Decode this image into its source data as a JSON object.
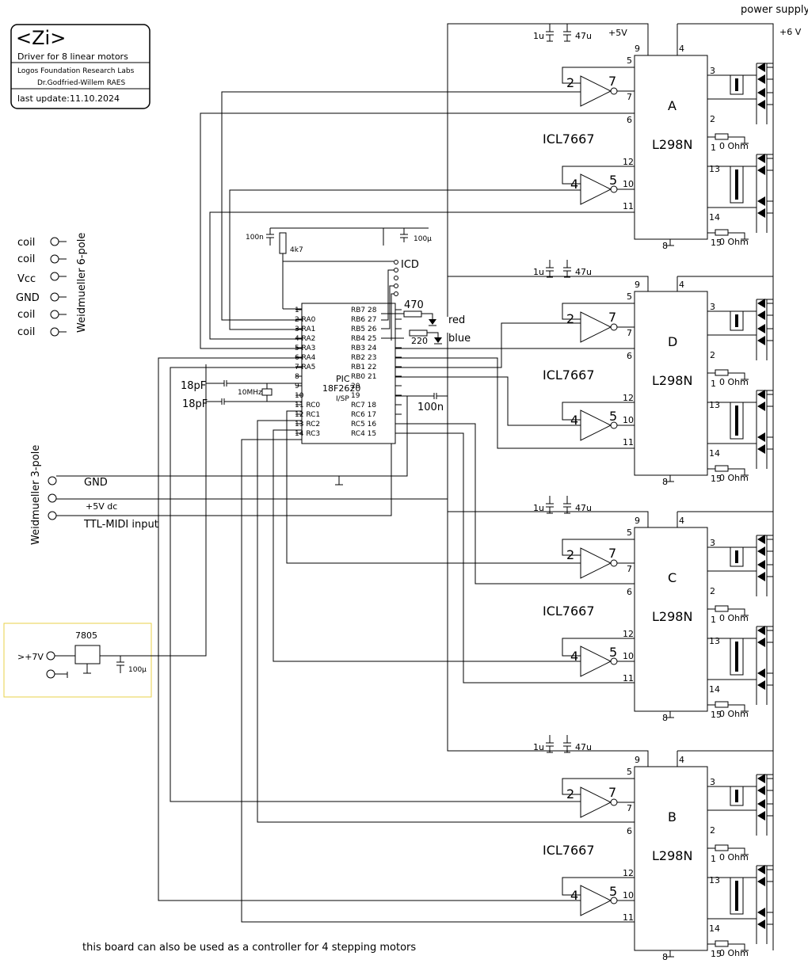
{
  "title_block": {
    "logo": "<Zi>",
    "subtitle": "Driver for 8 linear motors",
    "lab": "Logos Foundation Research Labs",
    "author": "Dr.Godfried-Willem RAES",
    "update_label": "last update:",
    "update_date": "11.10.2024"
  },
  "power": {
    "supply_label": "power supply",
    "plus6v": "+6 V",
    "plus5v": "+5V"
  },
  "connector6": {
    "title": "Weidmueller 6-pole",
    "pins": [
      "coil",
      "coil",
      "Vcc",
      "GND",
      "coil",
      "coil"
    ]
  },
  "connector3": {
    "title": "Weidmueller 3-pole",
    "pins": [
      "GND",
      "+5V dc",
      "TTL-MIDI input"
    ]
  },
  "regulator": {
    "name": "7805",
    "input": ">+7V",
    "cap": "100μ"
  },
  "pic": {
    "name1": "PIC",
    "name2": "18F2620",
    "isp": "I/SP",
    "left_pins": [
      "1",
      "2 RA0",
      "3 RA1",
      "4 RA2",
      "5 RA3",
      "6 RA4",
      "7 RA5",
      "8",
      "9",
      "10",
      "11 RC0",
      "12 RC1",
      "13 RC2",
      "14 RC3"
    ],
    "right_pins": [
      "RB7 28",
      "RB6 27",
      "RB5 26",
      "RB4 25",
      "RB3 24",
      "RB2 23",
      "RB1 22",
      "RB0 21",
      "20",
      "19",
      "RC7 18",
      "RC6 17",
      "RC5 16",
      "RC4 15"
    ]
  },
  "passives": {
    "c100n_top": "100n",
    "r4k7": "4k7",
    "c100u_top": "100μ",
    "icd": "ICD",
    "r470": "470",
    "r220": "220",
    "led_red": "red",
    "led_blue": "blue",
    "c18pf_1": "18pF",
    "c18pf_2": "18pF",
    "xtal": "10MHz",
    "c100n_pic": "100n"
  },
  "driver_blocks": [
    {
      "letter": "A",
      "ic": "L298N",
      "inv": "ICL7667",
      "c1": "1u",
      "c2": "47u"
    },
    {
      "letter": "D",
      "ic": "L298N",
      "inv": "ICL7667",
      "c1": "1u",
      "c2": "47u"
    },
    {
      "letter": "C",
      "ic": "L298N",
      "inv": "ICL7667",
      "c1": "1u",
      "c2": "47u"
    },
    {
      "letter": "B",
      "ic": "L298N",
      "inv": "ICL7667",
      "c1": "1u",
      "c2": "47u"
    }
  ],
  "l298_pins": {
    "p9": "9",
    "p4": "4",
    "p5": "5",
    "p7": "7",
    "p6": "6",
    "p12": "12",
    "p10": "10",
    "p11": "11",
    "p8": "8",
    "p3": "3",
    "p2": "2",
    "p13": "13",
    "p14": "14",
    "p1": "1",
    "p15": "15"
  },
  "inv_pins": {
    "a_in": "2",
    "a_out": "7",
    "b_in": "4",
    "b_out": "5"
  },
  "sense": "0 Ohm",
  "footnote": "this board can also be used as a controller for 4 stepping motors"
}
